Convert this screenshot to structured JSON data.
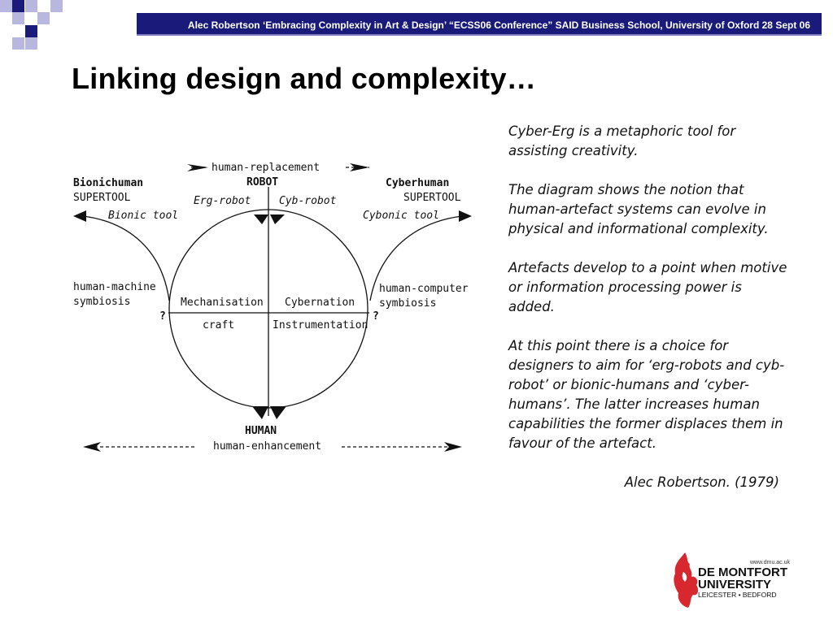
{
  "header": {
    "text": "Alec Robertson ‘Embracing Complexity in Art & Design’ “ECSS06 Conference” SAID Business School, University of Oxford  28 Sept 06"
  },
  "title": "Linking design and complexity…",
  "diagram": {
    "top_label": "human-replacement",
    "robot": "ROBOT",
    "erg_robot": "Erg-robot",
    "cyb_robot": "Cyb-robot",
    "left_title": "Bionichuman",
    "left_sub": "SUPERTOOL",
    "left_tool": "Bionic tool",
    "right_title": "Cyberhuman",
    "right_sub": "SUPERTOOL",
    "right_tool": "Cybonic tool",
    "left_sym_1": "human-machine",
    "left_sym_2": "symbiosis",
    "right_sym_1": "human-computer",
    "right_sym_2": "symbiosis",
    "q_left": "?",
    "q_right": "?",
    "mechanisation": "Mechanisation",
    "cybernation": "Cybernation",
    "craft": "craft",
    "instrumentation": "Instrumentation",
    "human": "HUMAN",
    "bottom_label": "human-enhancement"
  },
  "body": {
    "p1": "Cyber-Erg is a metaphoric tool for assisting creativity.",
    "p2": "The diagram shows the notion that human-artefact systems can evolve in physical and informational complexity.",
    "p3": "Artefacts develop to a point when motive or information processing power is added.",
    "p4": "At this point there is a choice for designers to aim for ‘erg-robots and cyb-robot’ or bionic-humans and ‘cyber-humans’. The latter increases human capabilities the former displaces them in favour of the artefact.",
    "signature": "Alec Robertson. (1979)"
  },
  "logo": {
    "url": "www.dmu.ac.uk",
    "line1": "DE MONTFORT",
    "line2": "UNIVERSITY",
    "line3": "LEICESTER • BEDFORD"
  },
  "colors": {
    "header_bg": "#1a1a7a",
    "deco_dark": "#1a1a7a",
    "deco_light": "#b7b7df",
    "logo_red": "#d7282f"
  }
}
